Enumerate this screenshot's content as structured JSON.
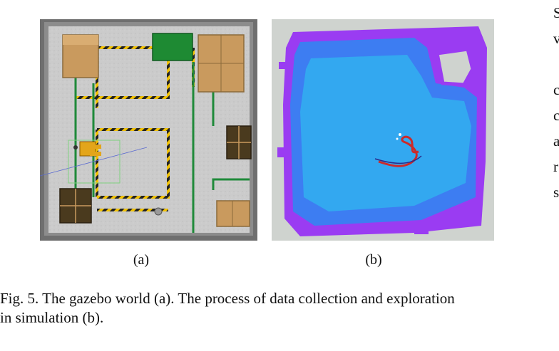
{
  "subfigures": [
    {
      "label": "(a)"
    },
    {
      "label": "(b)"
    }
  ],
  "caption": {
    "line1": "Fig. 5.   The gazebo world (a). The process of data collection and exploration",
    "line2": "in simulation  (b)."
  },
  "right_column_fragments": [
    "S",
    "v",
    "",
    "c",
    "c",
    "a",
    "r",
    "s"
  ],
  "colors": {
    "map_inner": "#33a8f0",
    "map_outer": "#3d7df2",
    "map_border": "#9a3cf2",
    "map_background": "#cfd3cf",
    "floor": "#c9c9c9",
    "wall": "#7b7b7b",
    "box": "#c99a5e",
    "green_line": "#1f8a3a",
    "robot_path": "#cc2a2a"
  }
}
